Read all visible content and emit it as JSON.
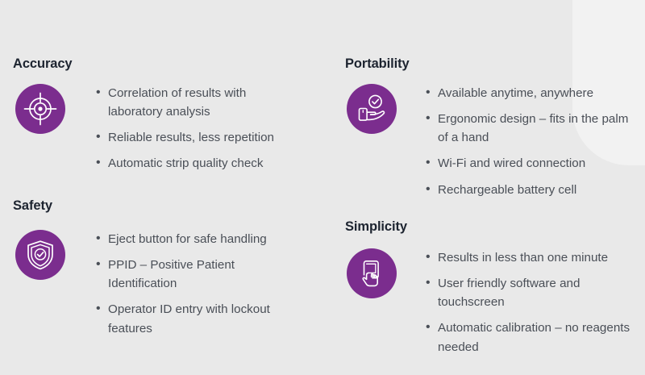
{
  "theme": {
    "background_color": "#e9e9e9",
    "accent_color": "#7b2d8e",
    "heading_color": "#1d2430",
    "body_text_color": "#4a4f57",
    "icon_stroke_color": "#ffffff"
  },
  "blocks": [
    {
      "id": "accuracy",
      "heading": "Accuracy",
      "icon": "target-crosshair-icon",
      "bullets": [
        "Correlation of results with laboratory analysis",
        "Reliable results, less repetition",
        "Automatic strip quality check"
      ]
    },
    {
      "id": "safety",
      "heading": "Safety",
      "icon": "shield-check-icon",
      "bullets": [
        "Eject button for safe handling",
        "PPID – Positive Patient Identification",
        "Operator ID entry with lockout features"
      ]
    },
    {
      "id": "portability",
      "heading": "Portability",
      "icon": "hand-holding-device-check-icon",
      "bullets": [
        "Available anytime, anywhere",
        "Ergonomic design – fits in the palm of a hand",
        "Wi-Fi and wired connection",
        "Rechargeable battery cell"
      ]
    },
    {
      "id": "simplicity",
      "heading": "Simplicity",
      "icon": "hand-touching-screen-icon",
      "bullets": [
        "Results in less than one minute",
        "User friendly software and touchscreen",
        "Automatic calibration – no reagents needed"
      ]
    }
  ]
}
